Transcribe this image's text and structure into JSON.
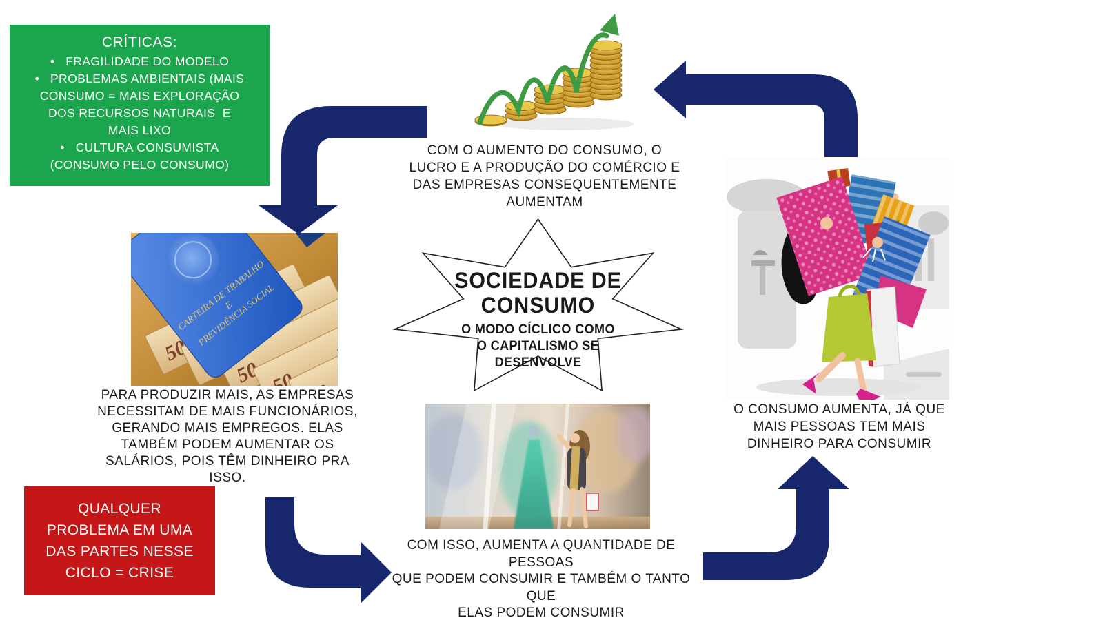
{
  "colors": {
    "navy": "#18276B",
    "green": "#1BA64D",
    "red": "#C51717",
    "ink": "#1C1C1C",
    "gold": "#C9A227",
    "arrow_green": "#3D9B43"
  },
  "criticas": {
    "title": "CRÍTICAS:",
    "items": [
      "•   FRAGILIDADE DO MODELO",
      "•   PROBLEMAS AMBIENTAIS (MAIS\nCONSUMO = MAIS EXPLORAÇÃO\nDOS RECURSOS NATURAIS  E\nMAIS LIXO",
      "•   CULTURA CONSUMISTA\n(CONSUMO PELO CONSUMO)"
    ]
  },
  "star": {
    "title": "SOCIEDADE DE\nCONSUMO",
    "subtitle": "O MODO CÍCLICO COMO\nO CAPITALISMO SE\nDESENVOLVE"
  },
  "captions": {
    "profit": "COM O AUMENTO DO CONSUMO, O\nLUCRO E A PRODUÇÃO DO COMÉRCIO E\nDAS EMPRESAS CONSEQUENTEMENTE\nAUMENTAM",
    "jobs": "PARA PRODUZIR MAIS, AS EMPRESAS\nNECESSITAM DE MAIS FUNCIONÁRIOS,\nGERANDO MAIS EMPREGOS. ELAS\nTAMBÉM PODEM AUMENTAR OS\nSALÁRIOS, POIS TÊM DINHEIRO PRA\nISSO.",
    "more_consumers": "COM ISSO, AUMENTA A QUANTIDADE DE PESSOAS\nQUE PODEM CONSUMIR E TAMBÉM O TANTO QUE\nELAS PODEM CONSUMIR",
    "consumption_up": "O CONSUMO AUMENTA, JÁ QUE\nMAIS PESSOAS TEM MAIS\nDINHEIRO PARA CONSUMIR"
  },
  "crise": {
    "text": "QUALQUER\nPROBLEMA EM UMA\nDAS PARTES NESSE\nCICLO = CRISE"
  },
  "workcard": {
    "title_lines": [
      "CARTEIRA DE TRABALHO",
      "E",
      "PREVIDÊNCIA SOCIAL"
    ],
    "bill_value": "50"
  }
}
